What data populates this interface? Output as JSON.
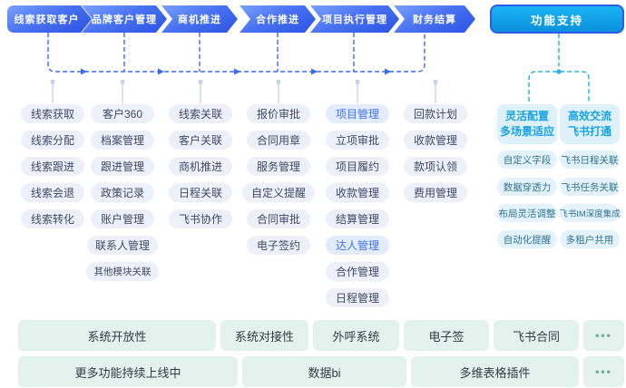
{
  "process_steps": [
    "线索获取客户",
    "品牌客户管理",
    "商机推进",
    "合作推进",
    "项目执行管理",
    "财务结算"
  ],
  "support_button": "功能支持",
  "columns": [
    {
      "step": "线索获取客户",
      "items": [
        "线索获取",
        "线索分配",
        "线索跟进",
        "线索会退",
        "线索转化"
      ]
    },
    {
      "step": "品牌客户管理",
      "items": [
        "客户360",
        "档案管理",
        "跟进管理",
        "政策记录",
        "账户管理",
        "联系人管理",
        "其他模块关联"
      ]
    },
    {
      "step": "商机推进",
      "items": [
        "线索关联",
        "客户关联",
        "商机推进",
        "日程关联",
        "飞书协作"
      ]
    },
    {
      "step": "合作推进",
      "items": [
        "报价审批",
        "合同用章",
        "服务管理",
        "自定义提醒",
        "合同审批",
        "电子签约"
      ]
    },
    {
      "step": "项目执行管理",
      "items": [
        "项目管理",
        "立项审批",
        "项目履约",
        "收款管理",
        "结算管理",
        "达人管理",
        "合作管理",
        "日程管理"
      ]
    },
    {
      "step": "财务结算",
      "items": [
        "回款计划",
        "收款管理",
        "款项认领",
        "费用管理"
      ]
    }
  ],
  "highlighted_items": [
    "项目管理",
    "达人管理"
  ],
  "support_groups": [
    {
      "title_line1": "灵活配置",
      "title_line2": "多场景适应",
      "items": [
        "自定义字段",
        "数据穿透力",
        "布局灵活调整",
        "自动化提醒"
      ]
    },
    {
      "title_line1": "高效交流",
      "title_line2": "飞书打通",
      "items": [
        "飞书日程关联",
        "飞书任务关联",
        "飞书IM深度集成",
        "多租户共用"
      ]
    }
  ],
  "bottom_rows": [
    {
      "items": [
        "系统开放性",
        "系统对接性",
        "外呼系统",
        "电子签",
        "飞书合同",
        "•••"
      ]
    },
    {
      "items": [
        "更多功能持续上线中",
        "数据bi",
        "多维表格插件",
        "•••"
      ]
    }
  ],
  "colors": {
    "step_gradient_start": "#7aa2fb",
    "step_gradient_end": "#2b51e4",
    "flow_line": "#3a6bf2",
    "support_line": "#29b2e8",
    "pin_gray": "#c9d2e8",
    "pill_bg": "#edf0f9",
    "pill_text": "#3d4a68",
    "pill_highlight_bg": "#e3ecfd",
    "pill_highlight_text": "#3f70f5",
    "support_pill_bg": "#e4f3fb",
    "support_header_bg": "#def1fb",
    "support_header_text": "#17a2e2",
    "bottom_bg": "#e3f2ec",
    "bottom_text": "#333c47",
    "dots": "#6fa892"
  }
}
